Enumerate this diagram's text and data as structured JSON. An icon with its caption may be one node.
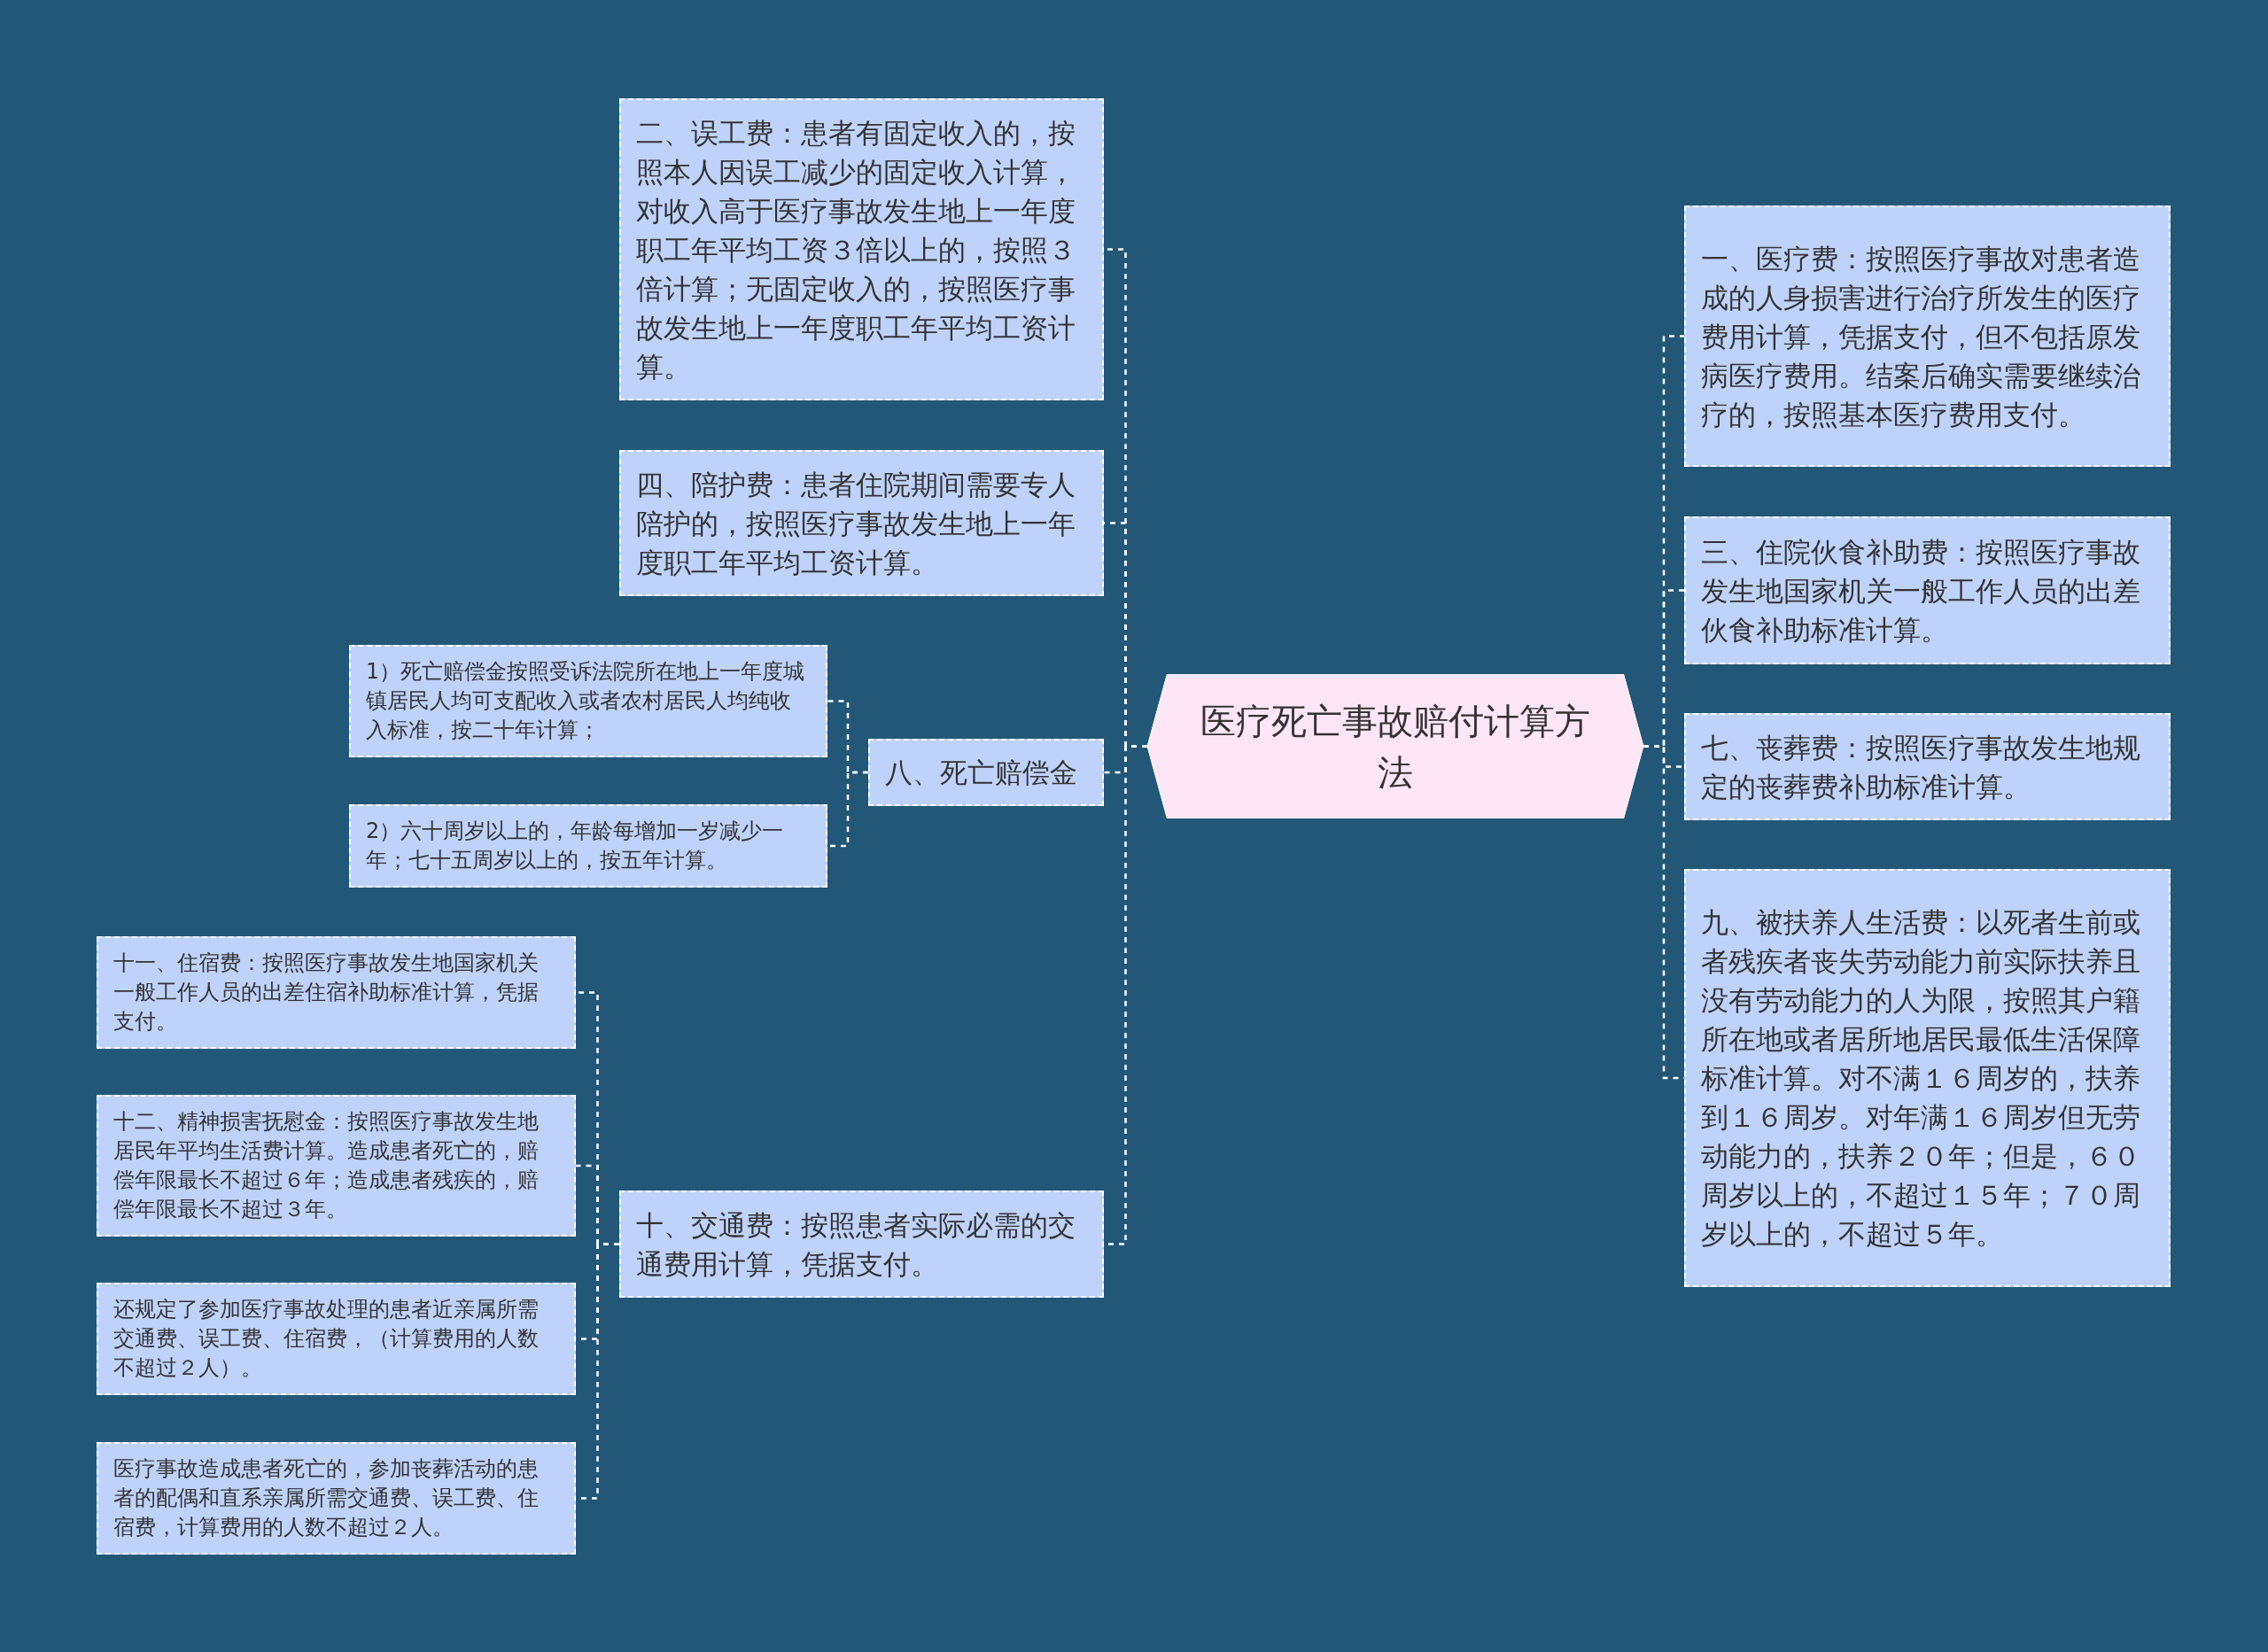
{
  "diagram": {
    "nodes": [
      {
        "text": [
          "医疗死亡事故赔付计算方法"
        ]
      },
      {
        "text": [
          "一、医疗费：按照医疗事故对患者造成的人身损害进行治疗所发生的医疗费用计算，凭据支付，但不包括原发病医疗费用。结案后确实需要继续治疗的，按照基本医疗费用支付。"
        ]
      },
      {
        "text": [
          "三、住院伙食补助费：按照医疗事故发生地国家机关一般工作人员的出差伙食补助标准计算。"
        ]
      },
      {
        "text": [
          "七、丧葬费：按照医疗事故发生地规定的丧葬费补助标准计算。"
        ]
      },
      {
        "text": [
          "九、被扶养人生活费：以死者生前或者残疾者丧失劳动能力前实际扶养且没有劳动能力的人为限，按照其户籍所在地或者居所地居民最低生活保障标准计算。对不满１６周岁的，扶养到１６周岁。对年满１６周岁但无劳动能力的，扶养２０年；但是，６０周岁以上的，不超过１５年；７０周岁以上的，不超过５年。"
        ]
      },
      {
        "text": [
          "二、误工费：患者有固定收入的，按照本人因误工减少的固定收入计算，对收入高于医疗事故发生地上一年度职工年平均工资３倍以上的，按照３倍计算；无固定收入的，按照医疗事故发生地上一年度职工年平均工资计算。"
        ]
      },
      {
        "text": [
          "四、陪护费：患者住院期间需要专人陪护的，按照医疗事故发生地上一年度职工年平均工资计算。"
        ]
      },
      {
        "text": [
          "八、死亡赔偿金"
        ]
      },
      {
        "text": [
          "1）死亡赔偿金按照受诉法院所在地上一年度城镇居民人均可支配收入或者农村居民人均纯收入标准，按二十年计算；"
        ]
      },
      {
        "text": [
          "2）六十周岁以上的，年龄每增加一岁减少一年；七十五周岁以上的，按五年计算。"
        ]
      },
      {
        "text": [
          "十、交通费：按照患者实际必需的交通费用计算，凭据支付。"
        ]
      },
      {
        "text": [
          "十一、住宿费：按照医疗事故发生地国家机关一般工作人员的出差住宿补助标准计算，凭据支付。"
        ]
      },
      {
        "text": [
          "十二、精神损害抚慰金：按照医疗事故发生地居民年平均生活费计算。造成患者死亡的，赔偿年限最长不超过６年；造成患者残疾的，赔偿年限最长不超过３年。"
        ]
      },
      {
        "text": [
          "还规定了参加医疗事故处理的患者近亲属所需交通费、误工费、住宿费，（计算费用的人数不超过２人）。"
        ]
      },
      {
        "text": [
          "医疗事故造成患者死亡的，参加丧葬活动的患者的配偶和直系亲属所需交通费、误工费、住宿费，计算费用的人数不超过２人。"
        ]
      }
    ],
    "edges": [
      {
        "from": 0,
        "to": 1,
        "arrow": "none"
      },
      {
        "from": 0,
        "to": 2,
        "arrow": "none"
      },
      {
        "from": 0,
        "to": 3,
        "arrow": "none"
      },
      {
        "from": 0,
        "to": 4,
        "arrow": "none"
      },
      {
        "from": 0,
        "to": 5,
        "arrow": "none"
      },
      {
        "from": 0,
        "to": 6,
        "arrow": "none"
      },
      {
        "from": 0,
        "to": 7,
        "arrow": "none"
      },
      {
        "from": 0,
        "to": 10,
        "arrow": "none"
      },
      {
        "from": 7,
        "to": 8,
        "arrow": "none"
      },
      {
        "from": 7,
        "to": 9,
        "arrow": "none"
      },
      {
        "from": 10,
        "to": 11,
        "arrow": "none"
      },
      {
        "from": 10,
        "to": 12,
        "arrow": "none"
      },
      {
        "from": 10,
        "to": 13,
        "arrow": "none"
      },
      {
        "from": 10,
        "to": 14,
        "arrow": "none"
      }
    ]
  }
}
